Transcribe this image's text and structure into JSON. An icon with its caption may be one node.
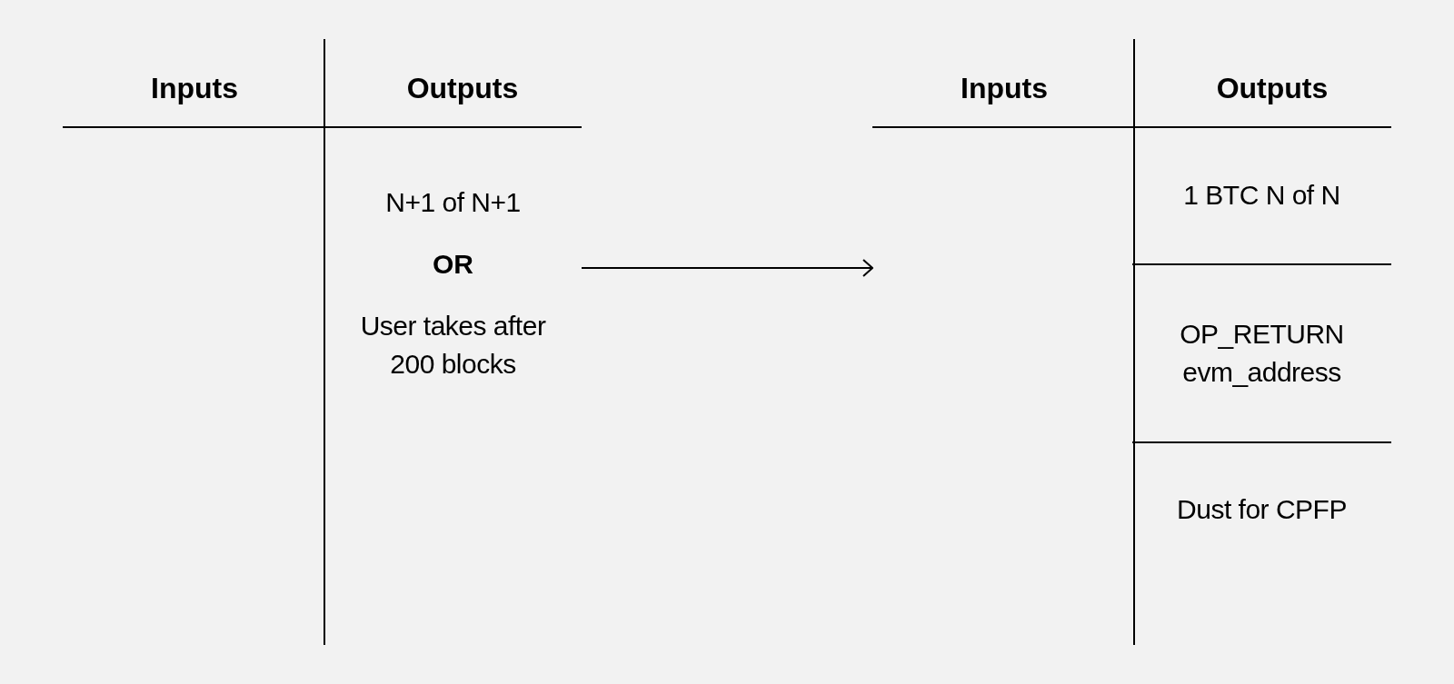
{
  "diagram": {
    "nodes": [
      {
        "text": [
          "Inputs",
          "Outputs"
        ]
      },
      {
        "text": [
          "N+1 of N+1",
          "OR",
          "User takes after 200 blocks"
        ],
        "in": 0
      },
      {
        "text": [
          "Inputs",
          "Outputs"
        ]
      },
      {
        "text": [
          "1 BTC N of N"
        ],
        "in": 2
      },
      {
        "text": [
          "OP_RETURN evm_address"
        ],
        "in": 2
      },
      {
        "text": [
          "Dust for CPFP"
        ],
        "in": 2
      }
    ],
    "edges": [
      {
        "from": 0,
        "to": 2,
        "arrow": "to"
      }
    ]
  }
}
